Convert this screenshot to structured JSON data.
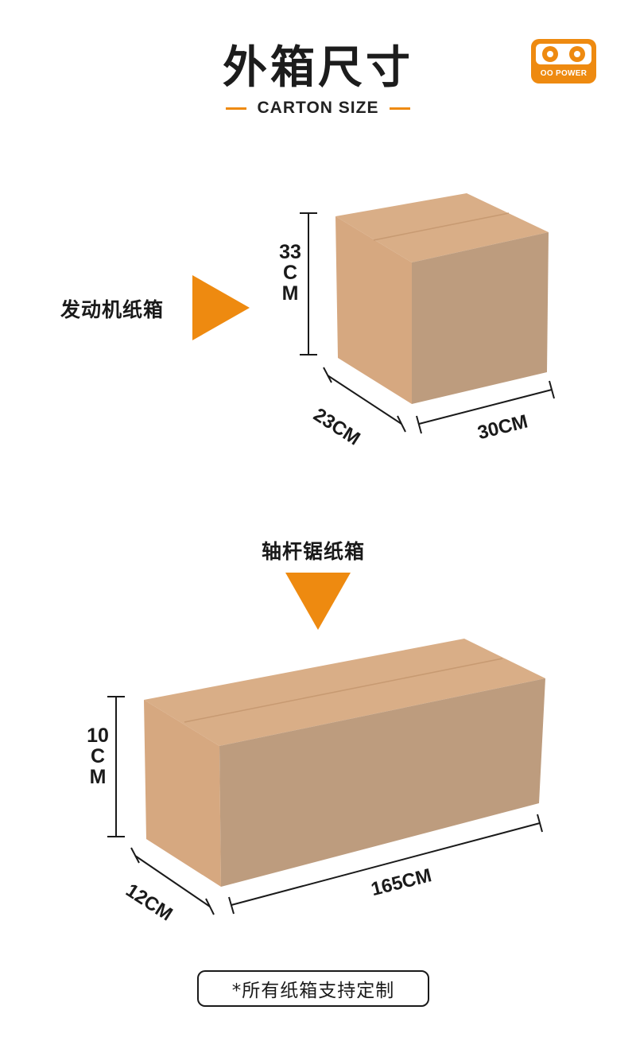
{
  "header": {
    "title": "外箱尺寸",
    "subtitle": "CARTON SIZE",
    "logo_text": "OO POWER"
  },
  "box1": {
    "label": "发动机纸箱",
    "height": "33CM",
    "depth": "23CM",
    "width": "30CM"
  },
  "box2": {
    "label": "轴杆锯纸箱",
    "height": "10CM",
    "depth": "12CM",
    "width": "165CM"
  },
  "footer": {
    "note": "*所有纸箱支持定制"
  },
  "colors": {
    "accent": "#ee8a10",
    "box_top": "#d9ae87",
    "box_side": "#d6a880",
    "box_front": "#bd9c7e"
  }
}
